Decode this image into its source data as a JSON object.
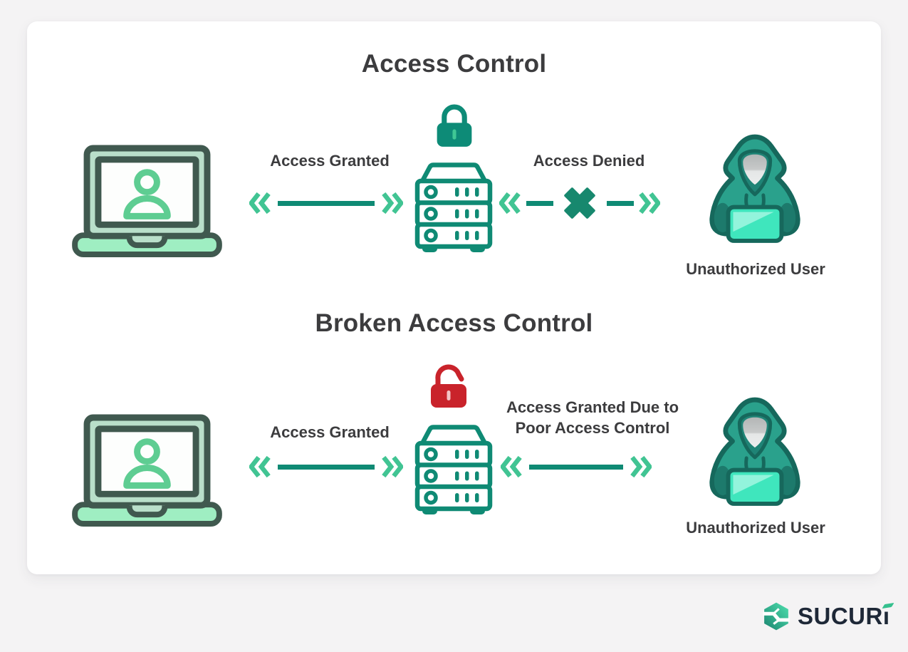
{
  "top_section": {
    "title": "Access Control",
    "left_label": "Access Granted",
    "right_label": "Access Denied",
    "user_label": "Unauthorized User",
    "lock_state": "locked"
  },
  "bottom_section": {
    "title": "Broken Access Control",
    "left_label": "Access Granted",
    "right_label_line1": "Access Granted Due to",
    "right_label_line2": "Poor Access Control",
    "user_label": "Unauthorized User",
    "lock_state": "unlocked"
  },
  "logo": {
    "wordmark": "SUCURi",
    "wordmark_main": "SUCUR",
    "wordmark_tail": "ı"
  },
  "icons": {
    "laptop": "laptop-with-user-avatar",
    "server": "server-rack-stack",
    "lock_closed": "padlock-closed",
    "lock_open": "padlock-open",
    "denied": "x-cross-mark",
    "arrow": "double-chevron-connection-line",
    "hacker": "hooded-hacker-with-laptop",
    "logo_mark": "sucuri-hexagon-s"
  },
  "colors": {
    "background": "#f4f3f4",
    "card": "#ffffff",
    "text": "#3c3c3e",
    "teal_line": "#0f8a74",
    "chevron_green": "#41c493",
    "x_cross": "#17886e",
    "lock_green": "#0d8b77",
    "lock_green_keyhole": "#3fc795",
    "lock_red": "#c9232b",
    "lock_red_keyhole": "#f3c3c5",
    "laptop_outline": "#40594f",
    "laptop_lid": "#b9dfca",
    "laptop_base": "#9feec2",
    "laptop_user": "#5ecd92",
    "hacker_body": "#2aa18c",
    "hacker_shade": "#1d7a6c",
    "hacker_outline": "#16685c",
    "hacker_laptop": "#3fe6bd",
    "hacker_laptop_highlight": "#93f4dc",
    "logo_text": "#1e2837",
    "logo_green_accent": "#35c08e"
  }
}
